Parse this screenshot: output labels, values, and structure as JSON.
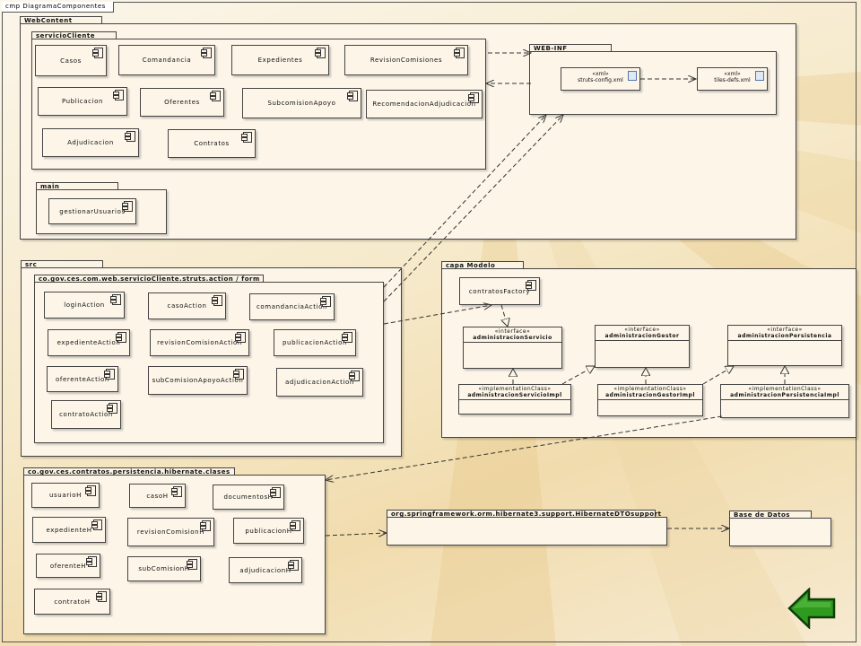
{
  "frame_title": "cmp DiagramaComponentes",
  "packages": {
    "webcontent": "WebContent",
    "servicio_cliente": "servicioCliente",
    "main": "main",
    "web_inf": "WEB-INF",
    "src": "src",
    "form_pkg": "co.gov.ces.com.web.servicioCliente.struts.action / form",
    "capa_modelo": "capa Modelo",
    "hibernate_pkg": "co.gov.ces.contratos.persistencia.hibernate.clases",
    "spring": "org.springframework.orm.hibernate3.support.HibernateDTOsupport",
    "bd": "Base de Datos"
  },
  "servicio_components": [
    "Casos",
    "Comandancia",
    "Expedientes",
    "RevisionComisiones",
    "Publicacion",
    "Oferentes",
    "SubcomisionApoyo",
    "RecomendacionAdjudicacion",
    "Adjudicacion",
    "Contratos"
  ],
  "main_components": [
    "gestionarUsuarios"
  ],
  "artifacts": [
    {
      "stereo": "«xml»",
      "name": "struts-config.xml"
    },
    {
      "stereo": "«xml»",
      "name": "tiles-defs.xml"
    }
  ],
  "action_components": [
    "loginAction",
    "casoAction",
    "comandanciaAction",
    "expedienteAction",
    "revisionComisionAction",
    "publicacionAction",
    "oferenteAction",
    "subComisionApoyoAction",
    "adjudicacionAction",
    "contratoAction"
  ],
  "modelo": {
    "factory": "contratosFactory",
    "interfaces": [
      {
        "stereo": "«interface»",
        "name": "administracionServicio"
      },
      {
        "stereo": "«interface»",
        "name": "administracionGestor"
      },
      {
        "stereo": "«interface»",
        "name": "administracionPersistencia"
      }
    ],
    "impls": [
      {
        "stereo": "«implementationClass»",
        "name": "administracionServicioImpl"
      },
      {
        "stereo": "«implementationClass»",
        "name": "administracionGestorImpl"
      },
      {
        "stereo": "«implementationClass»",
        "name": "administracionPersistenciaImpl"
      }
    ]
  },
  "hibernate_components": [
    "usuarioH",
    "casoH",
    "documentosH",
    "expedienteH",
    "revisionComisionH",
    "publicacionH",
    "oferenteH",
    "subComisionH",
    "adjudicacionH",
    "contratoH"
  ]
}
